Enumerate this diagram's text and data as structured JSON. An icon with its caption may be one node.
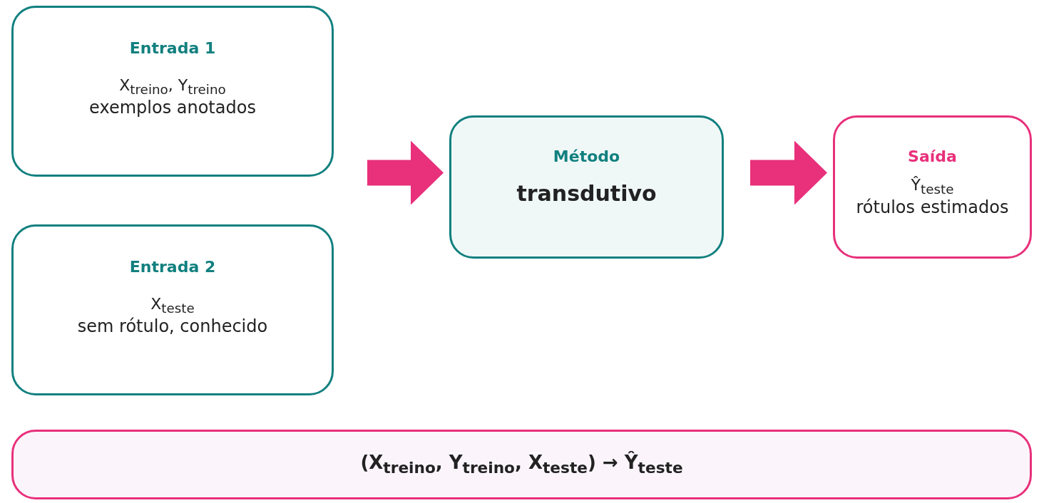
{
  "diagram": {
    "nodes": [
      {
        "text": [
          "Entrada 1",
          "X$_{treino}$, Y$_{treino}$",
          "exemplos anotados"
        ]
      },
      {
        "text": [
          "Entrada 2",
          "X$_{teste}$",
          "sem rótulo, conhecido"
        ]
      },
      {
        "text": [
          "Método",
          "transdutivo"
        ]
      },
      {
        "text": [
          "Saída",
          "Ŷ$_{teste}$",
          "rótulos estimados"
        ]
      },
      {
        "text": [
          "(X$_{treino}$, Y$_{treino}$, X$_{teste}$) → Ŷ$_{teste}$"
        ]
      }
    ],
    "edges": [
      {
        "from": null,
        "to": 2,
        "arrow": "to"
      },
      {
        "from": 2,
        "to": 3,
        "arrow": "to"
      }
    ]
  }
}
